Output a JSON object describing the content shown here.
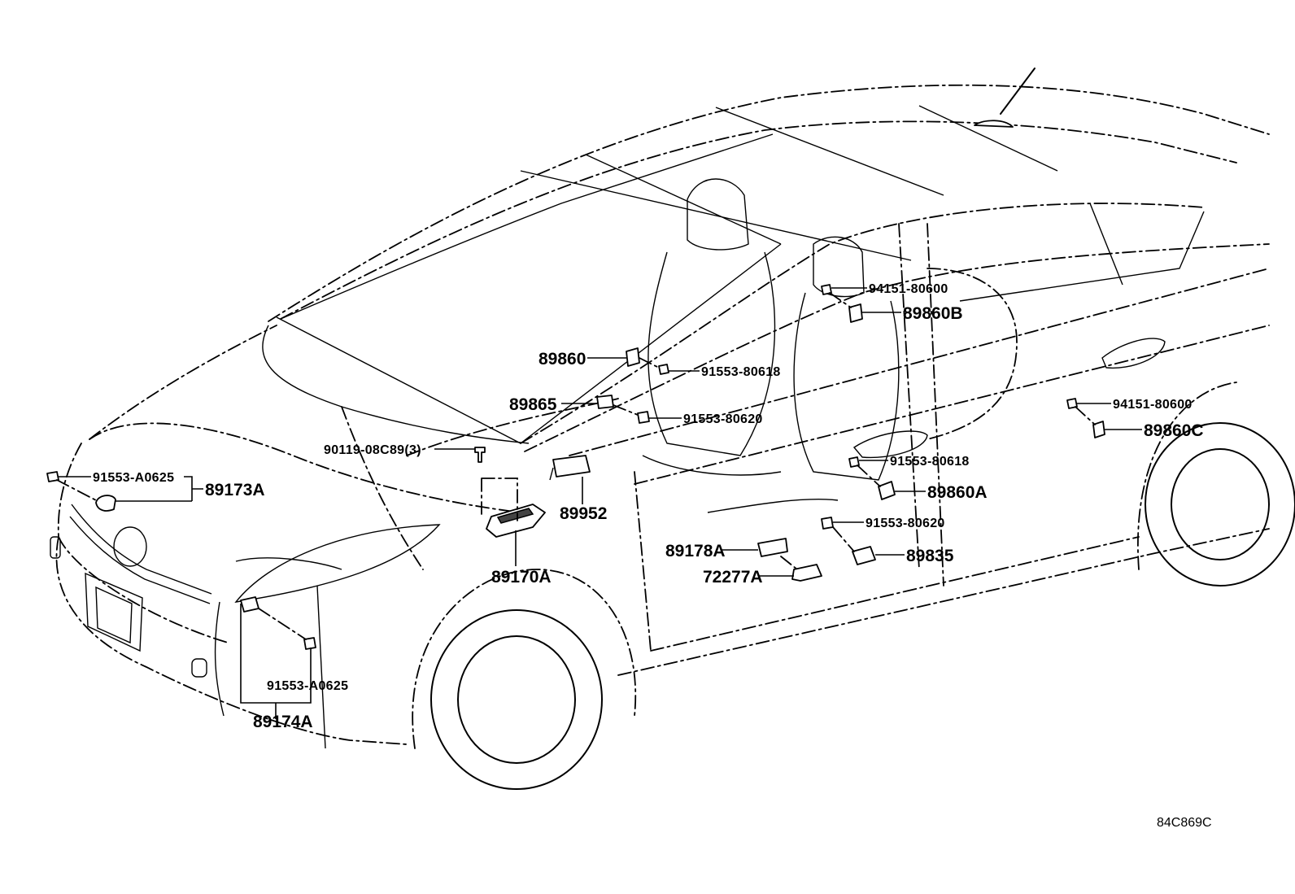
{
  "diagram_ref": "84C869C",
  "callouts": {
    "p89173A": "89173A",
    "p91553A0625_top": "91553-A0625",
    "p89174A": "89174A",
    "p91553A0625_bottom": "91553-A0625",
    "p90119": "90119-08C89(3)",
    "p89170A": "89170A",
    "p89952": "89952",
    "p89865": "89865",
    "p89860": "89860",
    "p91553_80618_upper": "91553-80618",
    "p91553_80620_upper": "91553-80620",
    "p94151_80600_left": "94151-80600",
    "p89860B": "89860B",
    "p91553_80618_lower": "91553-80618",
    "p89860A": "89860A",
    "p91553_80620_lower": "91553-80620",
    "p89178A": "89178A",
    "p72277A": "72277A",
    "p89835": "89835",
    "p94151_80600_right": "94151-80600",
    "p89860C": "89860C"
  }
}
